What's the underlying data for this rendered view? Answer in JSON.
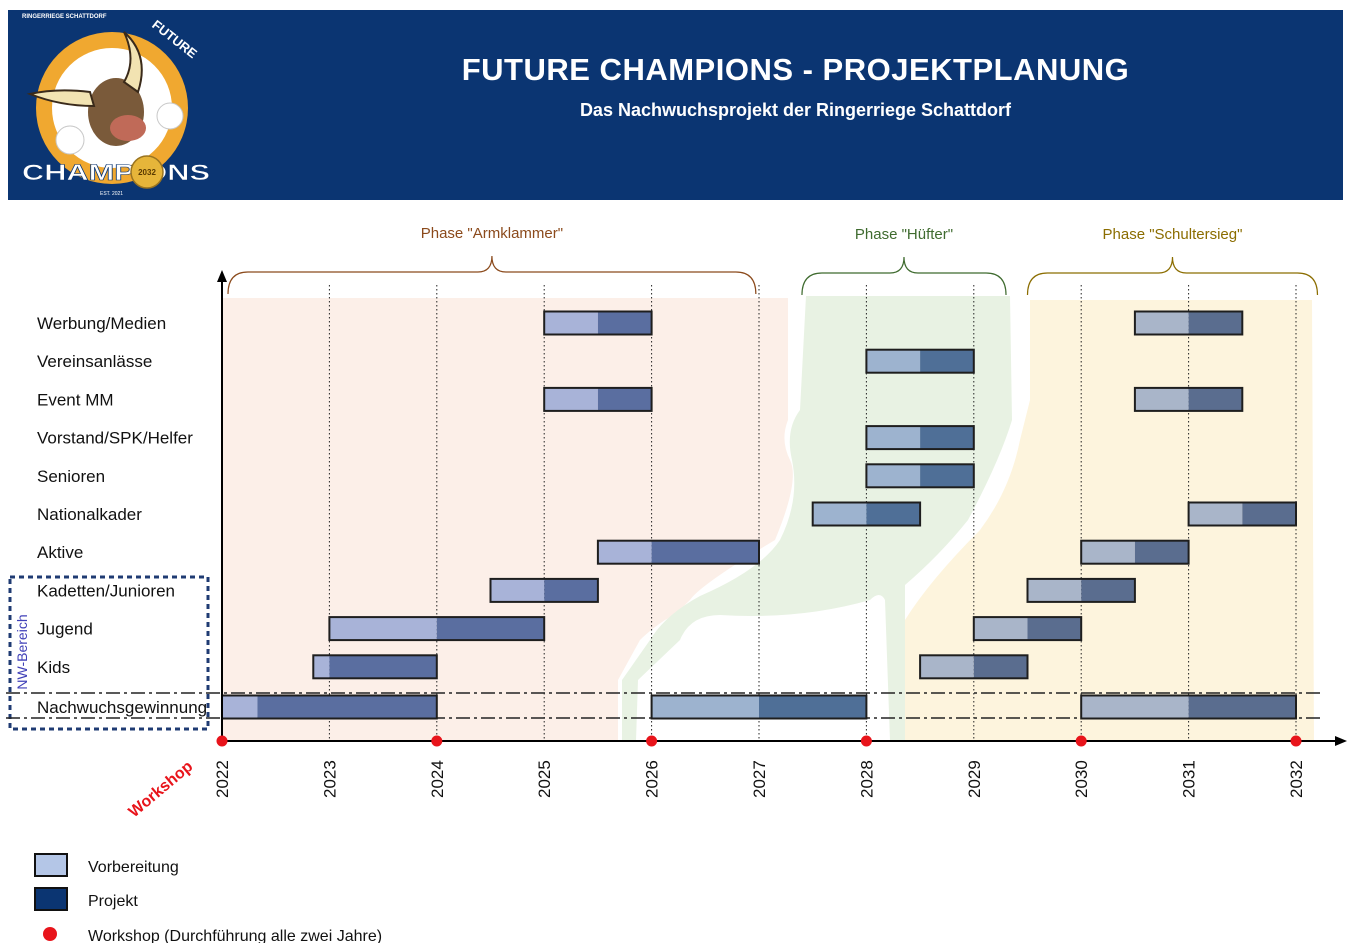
{
  "header": {
    "title": "FUTURE CHAMPIONS - PROJEKTPLANUNG",
    "subtitle": "Das Nachwuchsprojekt der Ringerriege Schattdorf",
    "logo": {
      "top_text": "RINGERRIEGE SCHATTDORF",
      "arc_text": "FUTURE",
      "main_text": "CHAMPIONS",
      "coin_text": "2032",
      "est_text": "EST. 2021"
    }
  },
  "chart_data": {
    "type": "gantt",
    "x_range": [
      2022,
      2032
    ],
    "x_ticks": [
      "2022",
      "2023",
      "2024",
      "2025",
      "2026",
      "2027",
      "2028",
      "2029",
      "2030",
      "2031",
      "2032"
    ],
    "phases": [
      {
        "name": "Phase \"Armklammer\"",
        "start": 2022,
        "end": 2027.25,
        "color": "#8b4a1c",
        "fill": "#fcefe8"
      },
      {
        "name": "Phase \"Hüfter\"",
        "start": 2027.4,
        "end": 2029.3,
        "color": "#3f6b2f",
        "fill": "#e8f2e3"
      },
      {
        "name": "Phase \"Schultersieg\"",
        "start": 2029.5,
        "end": 2032.2,
        "color": "#8b6d00",
        "fill": "#fdf4dd"
      }
    ],
    "rows": [
      {
        "label": "Werbung/Medien",
        "bars": [
          {
            "start": 2025,
            "prep_end": 2025.5,
            "end": 2026,
            "phase": 0
          },
          {
            "start": 2030.5,
            "prep_end": 2031,
            "end": 2031.5,
            "phase": 2
          }
        ]
      },
      {
        "label": "Vereinsanlässe",
        "bars": [
          {
            "start": 2028,
            "prep_end": 2028.5,
            "end": 2029,
            "phase": 1
          }
        ]
      },
      {
        "label": "Event MM",
        "bars": [
          {
            "start": 2025,
            "prep_end": 2025.5,
            "end": 2026,
            "phase": 0
          },
          {
            "start": 2030.5,
            "prep_end": 2031,
            "end": 2031.5,
            "phase": 2
          }
        ]
      },
      {
        "label": "Vorstand/SPK/Helfer",
        "bars": [
          {
            "start": 2028,
            "prep_end": 2028.5,
            "end": 2029,
            "phase": 1
          }
        ]
      },
      {
        "label": "Senioren",
        "bars": [
          {
            "start": 2028,
            "prep_end": 2028.5,
            "end": 2029,
            "phase": 1
          }
        ]
      },
      {
        "label": "Nationalkader",
        "bars": [
          {
            "start": 2027.5,
            "prep_end": 2028,
            "end": 2028.5,
            "phase": 1
          },
          {
            "start": 2031,
            "prep_end": 2031.5,
            "end": 2032,
            "phase": 2
          }
        ]
      },
      {
        "label": "Aktive",
        "bars": [
          {
            "start": 2025.5,
            "prep_end": 2026,
            "end": 2027,
            "phase": 0
          },
          {
            "start": 2030,
            "prep_end": 2030.5,
            "end": 2031,
            "phase": 2
          }
        ]
      },
      {
        "label": "Kadetten/Junioren",
        "bars": [
          {
            "start": 2024.5,
            "prep_end": 2025,
            "end": 2025.5,
            "phase": 0
          },
          {
            "start": 2029.5,
            "prep_end": 2030,
            "end": 2030.5,
            "phase": 2
          }
        ]
      },
      {
        "label": "Jugend",
        "bars": [
          {
            "start": 2023,
            "prep_end": 2024,
            "end": 2025,
            "phase": 0
          },
          {
            "start": 2029,
            "prep_end": 2029.5,
            "end": 2030,
            "phase": 2
          }
        ]
      },
      {
        "label": "Kids",
        "bars": [
          {
            "start": 2022.85,
            "prep_end": 2023,
            "end": 2024,
            "phase": 0
          },
          {
            "start": 2028.5,
            "prep_end": 2029,
            "end": 2029.5,
            "phase": 2
          }
        ]
      },
      {
        "label": "Nachwuchsgewinnung",
        "bars": [
          {
            "start": 2022,
            "prep_end": 2022.33,
            "end": 2024,
            "phase": 0
          },
          {
            "start": 2026,
            "prep_end": 2027,
            "end": 2028,
            "phase": 1
          },
          {
            "start": 2030,
            "prep_end": 2031,
            "end": 2032,
            "phase": 2
          }
        ]
      }
    ],
    "workshops": [
      2022,
      2024,
      2026,
      2028,
      2030,
      2032
    ],
    "workshop_label": "Workshop",
    "group_label": "NW-Bereich",
    "bar_colors": {
      "prep": [
        "#a8b3d8",
        "#9db3cf",
        "#a9b5c9"
      ],
      "project": [
        "#5a6ea0",
        "#4f6f97",
        "#5a6d8f"
      ],
      "outline": "#1e1e1e"
    },
    "legend": [
      {
        "label": "Vorbereitung",
        "symbol": "box",
        "color": "#b4c6e7"
      },
      {
        "label": "Projekt",
        "symbol": "box",
        "color": "#0b3572"
      },
      {
        "label": "Workshop (Durchführung alle zwei Jahre)",
        "symbol": "dot",
        "color": "#e8141b"
      }
    ]
  }
}
